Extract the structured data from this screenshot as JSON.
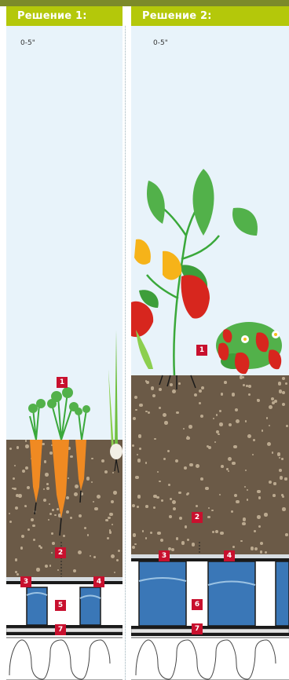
{
  "panels": [
    {
      "title": "Решение 1:",
      "depth": "0-5\"",
      "markers": [
        "1",
        "2",
        "3",
        "4",
        "5",
        "7"
      ]
    },
    {
      "title": "Решение 2:",
      "depth": "0-5\"",
      "markers": [
        "1",
        "2",
        "3",
        "4",
        "6",
        "7"
      ]
    }
  ],
  "colors": {
    "header": "#b4c80a",
    "marker": "#c8102e",
    "soil": "#6b5a47",
    "sky": "#e8f3fa",
    "water": "#3a77b7"
  },
  "icons": [
    "carrot-icon",
    "onion-icon",
    "pepper-plant-icon",
    "strawberry-plant-icon"
  ]
}
